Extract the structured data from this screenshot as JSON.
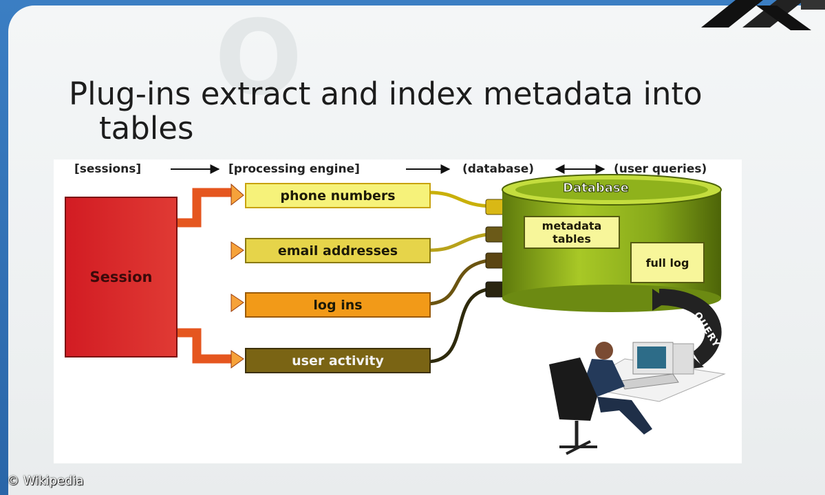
{
  "title": {
    "line1": "Plug-ins extract and index metadata into",
    "line2": "tables"
  },
  "diagram": {
    "header": {
      "sessions": "[sessions]",
      "processing_engine": "[processing engine]",
      "database": "(database)",
      "user_queries": "(user queries)"
    },
    "session_label": "Session",
    "plugins": [
      "phone numbers",
      "email addresses",
      "log ins",
      "user activity"
    ],
    "database_label": "Database",
    "metadata_tables_label": "metadata tables",
    "full_log_label": "full log",
    "query_label": "QUERY"
  },
  "colors": {
    "session": "#d21c23",
    "phone_numbers": "#f6f27a",
    "email_addresses": "#e6d44a",
    "log_ins": "#f29a18",
    "user_activity": "#7a6414",
    "database": "#8fb21c"
  },
  "watermark": "© Wikipedia"
}
